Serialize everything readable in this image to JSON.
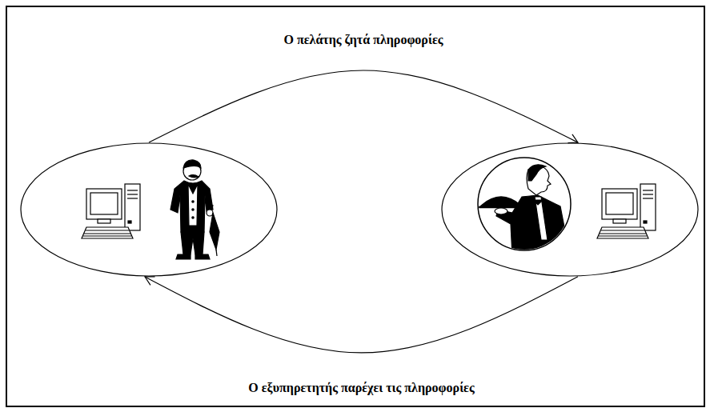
{
  "diagram": {
    "nodes": [
      {
        "text": []
      },
      {
        "text": []
      }
    ],
    "edges": [
      {
        "from": 0,
        "to": 1,
        "arrow": "to",
        "label": "Ο πελάτης ζητά πληροφορίες"
      },
      {
        "from": 1,
        "to": 0,
        "arrow": "to",
        "label": "Ο εξυπηρετητής παρέχει τις πληροφορίες"
      }
    ]
  }
}
